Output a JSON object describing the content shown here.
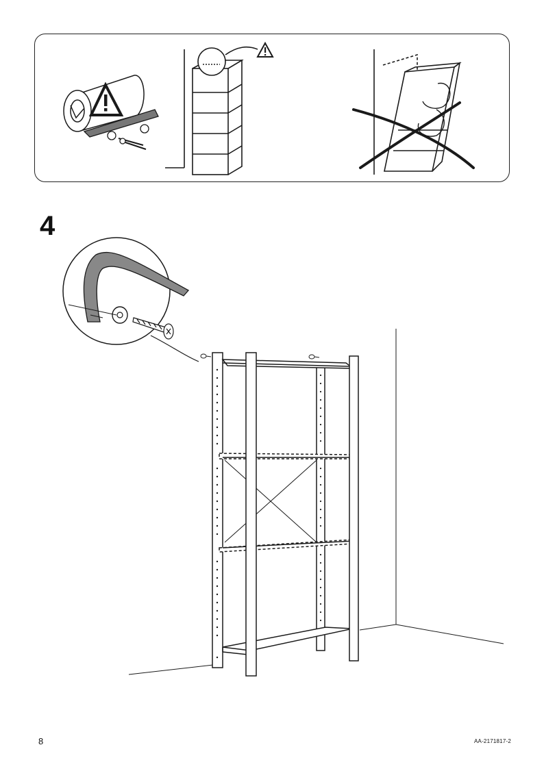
{
  "page": {
    "step_number": "4",
    "page_number": "8",
    "article_code": "AA-2171817-2"
  },
  "icons": {
    "warning": "warning-triangle-icon",
    "wall_anchor": "wall-anchor-icon",
    "prohibited": "cross-out-icon"
  },
  "colors": {
    "line": "#1a1a1a",
    "hatch": "#555555",
    "fill": "#ffffff"
  }
}
